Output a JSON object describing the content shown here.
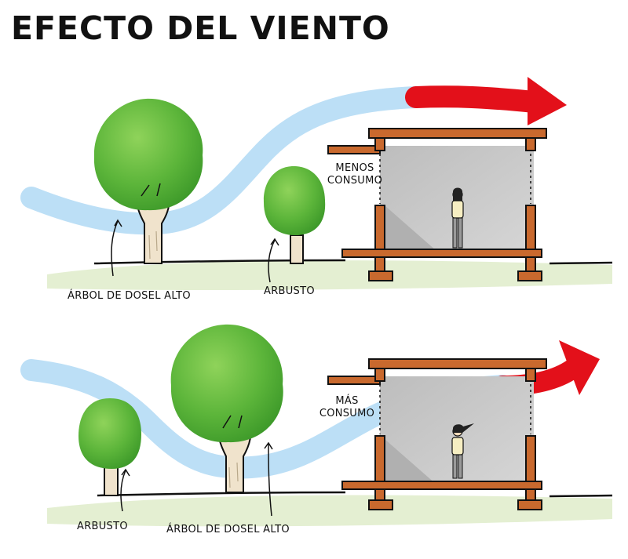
{
  "title": "EFECTO DEL VIENTO",
  "top_scene": {
    "tall_tree_label": "ÁRBOL DE DOSEL ALTO",
    "shrub_label": "ARBUSTO",
    "consumption_line1": "MENOS",
    "consumption_line2": "CONSUMO"
  },
  "bottom_scene": {
    "shrub_label": "ARBUSTO",
    "tall_tree_label": "ÁRBOL DE DOSEL ALTO",
    "consumption_line1": "MÁS",
    "consumption_line2": "CONSUMO"
  },
  "colors": {
    "wind_flow": "#bcdff6",
    "wind_arrow": "#e3101a",
    "foliage": "#5cb53a",
    "foliage_dark": "#3e9a2a",
    "trunk": "#f0e3cc",
    "house_frame": "#c9692e",
    "wall_fill": "#c9c9c9",
    "ground": "#e4efd2"
  },
  "icons": [
    "tree-icon",
    "shrub-icon",
    "house-section-icon",
    "person-icon",
    "wind-arrow-icon"
  ]
}
